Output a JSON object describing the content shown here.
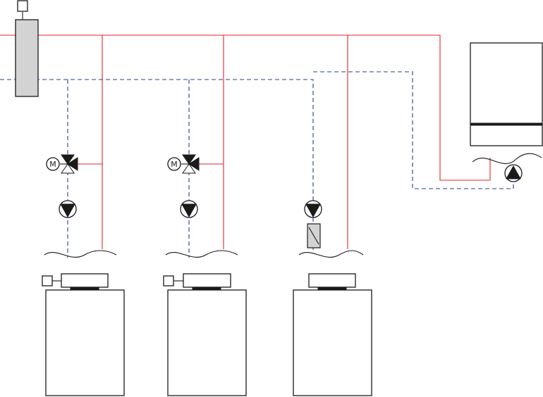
{
  "colors": {
    "supply_line": "#e8232b",
    "return_line": "#2a3d8f",
    "outline": "#1a1a1a",
    "separator_fill": "#d3d3d3",
    "background": "#ffffff"
  },
  "symbols": {
    "mixing_valve_motor_label": "M"
  },
  "components": {
    "hydraulic_separator": "hydraulic-separator",
    "circuits": [
      {
        "id": "circuit-1",
        "mixing_valve": true,
        "pump": true,
        "controller_sensor": true
      },
      {
        "id": "circuit-2",
        "mixing_valve": true,
        "pump": true,
        "controller_sensor": true
      },
      {
        "id": "circuit-3",
        "mixing_valve": false,
        "pump": true,
        "check_valve": true,
        "controller_sensor": false
      }
    ],
    "boiler": {
      "pump": true
    }
  }
}
